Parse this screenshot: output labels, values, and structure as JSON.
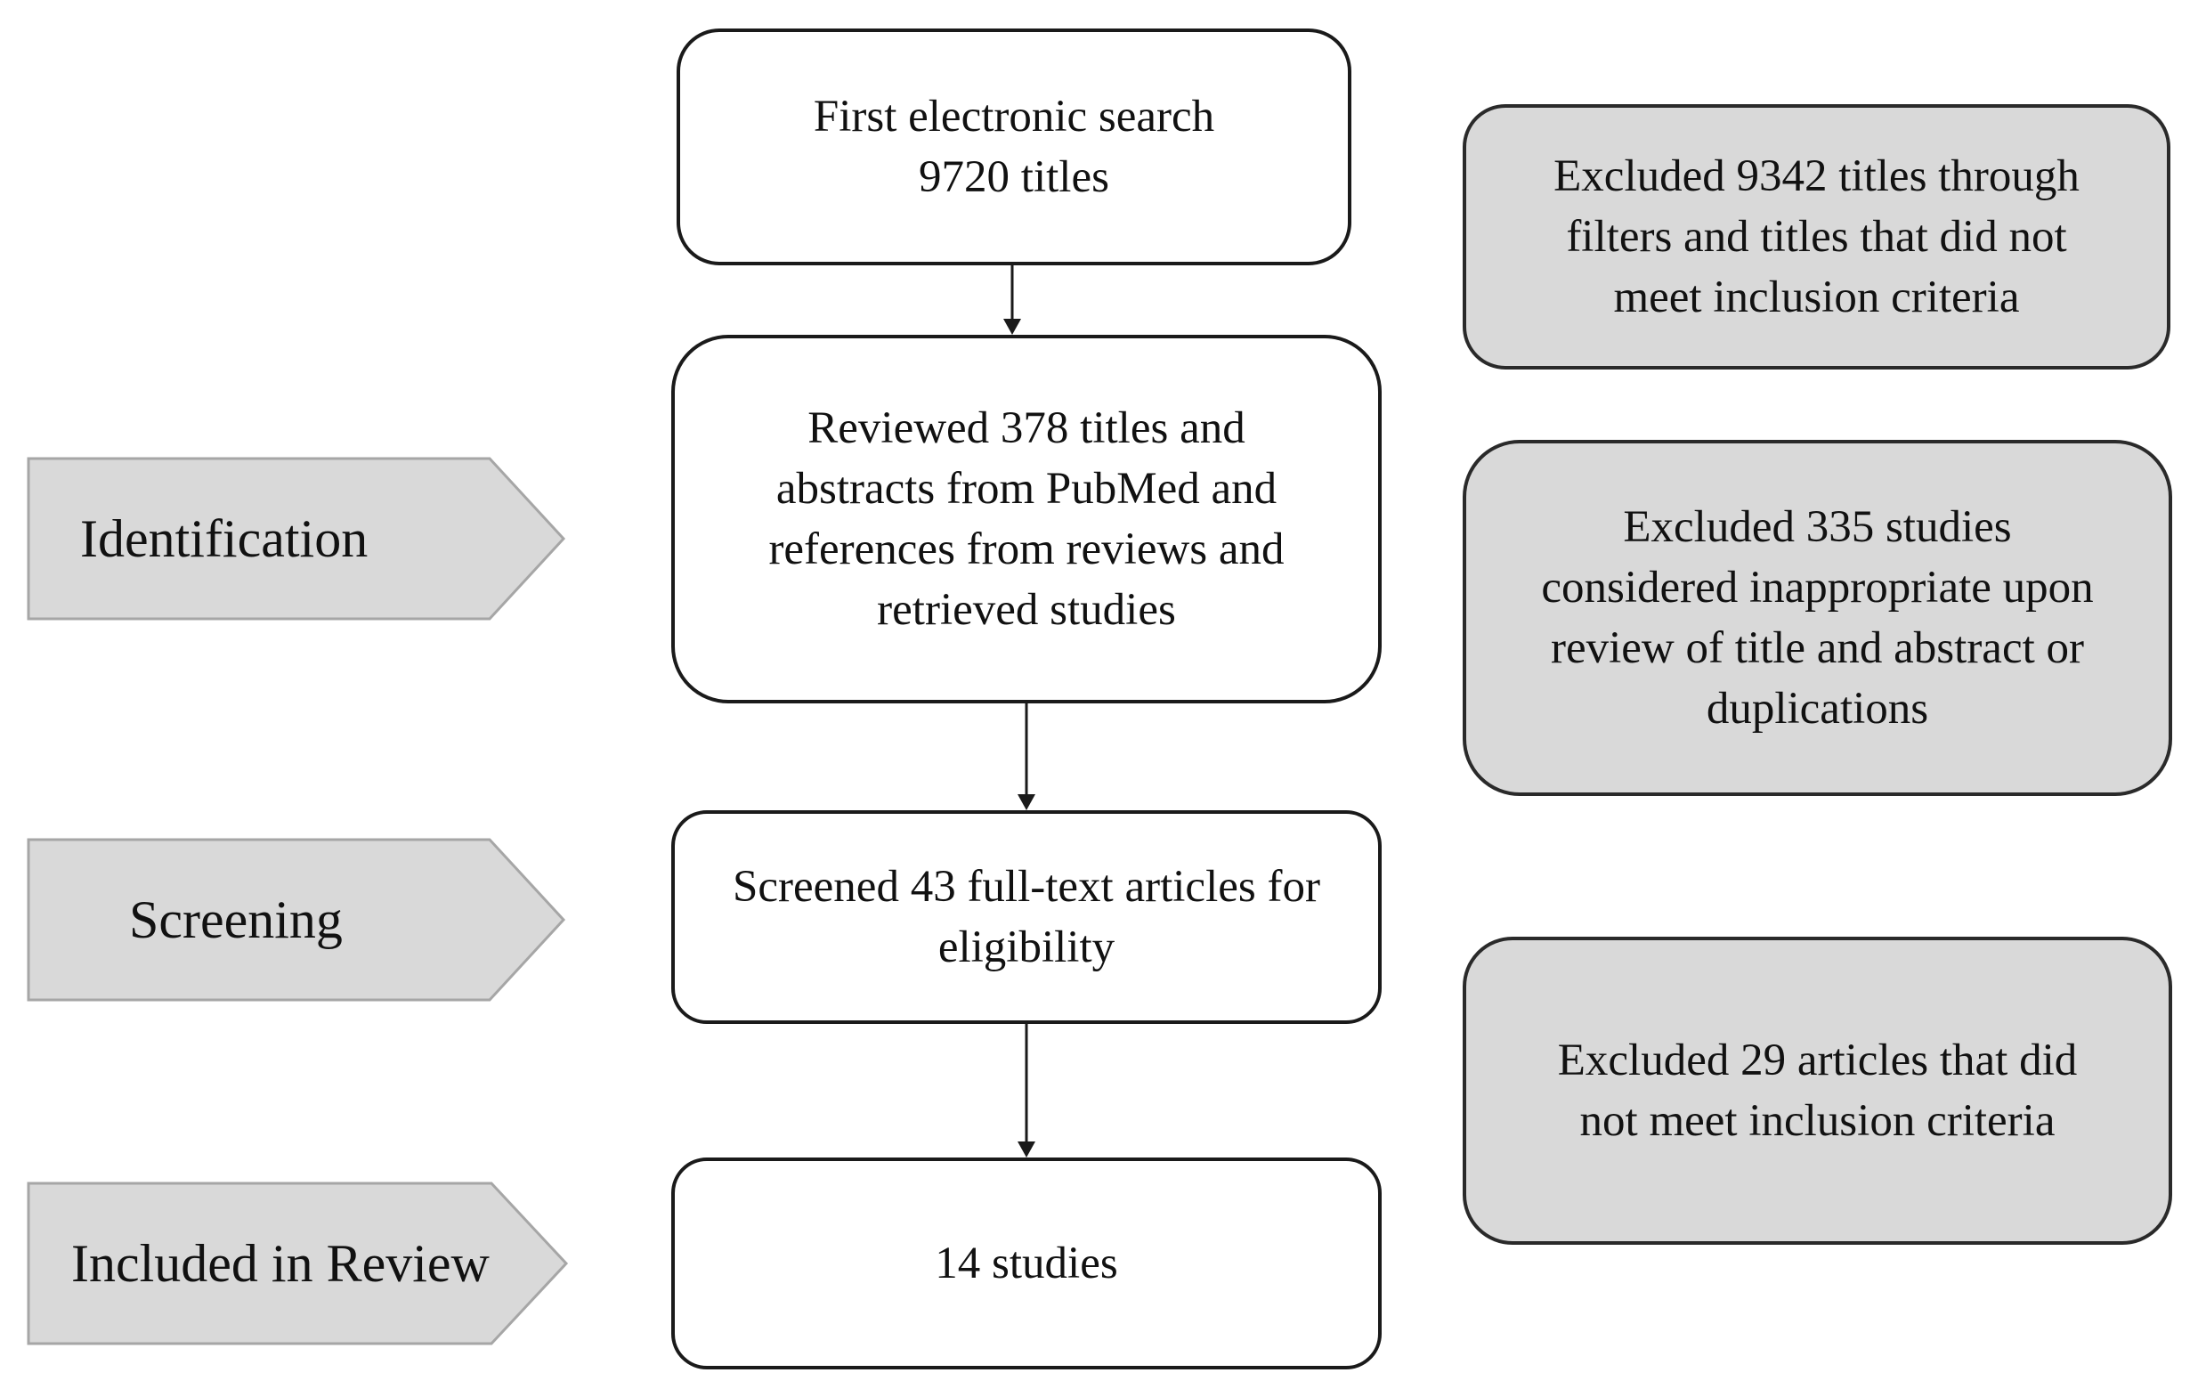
{
  "stages": [
    {
      "label": "Identification"
    },
    {
      "label": "Screening"
    },
    {
      "label": "Included in Review"
    }
  ],
  "flow": {
    "first_search": "First electronic search\n9720 titles",
    "reviewed": "Reviewed 378 titles and\nabstracts from PubMed and\nreferences from reviews and\nretrieved studies",
    "screened": "Screened 43 full-text articles for\neligibility",
    "included": "14 studies"
  },
  "excluded": {
    "filters": "Excluded 9342 titles through\nfilters and titles that did not\nmeet inclusion criteria",
    "inappropriate": "Excluded 335 studies\nconsidered inappropriate upon\nreview of title and abstract or\nduplications",
    "criteria": "Excluded 29 articles that did\nnot meet inclusion criteria"
  },
  "colors": {
    "stage_fill": "#d9d9d9",
    "stage_stroke": "#a6a6a6",
    "excluded_fill": "#d9d9d9",
    "box_stroke": "#1a1a1a"
  }
}
